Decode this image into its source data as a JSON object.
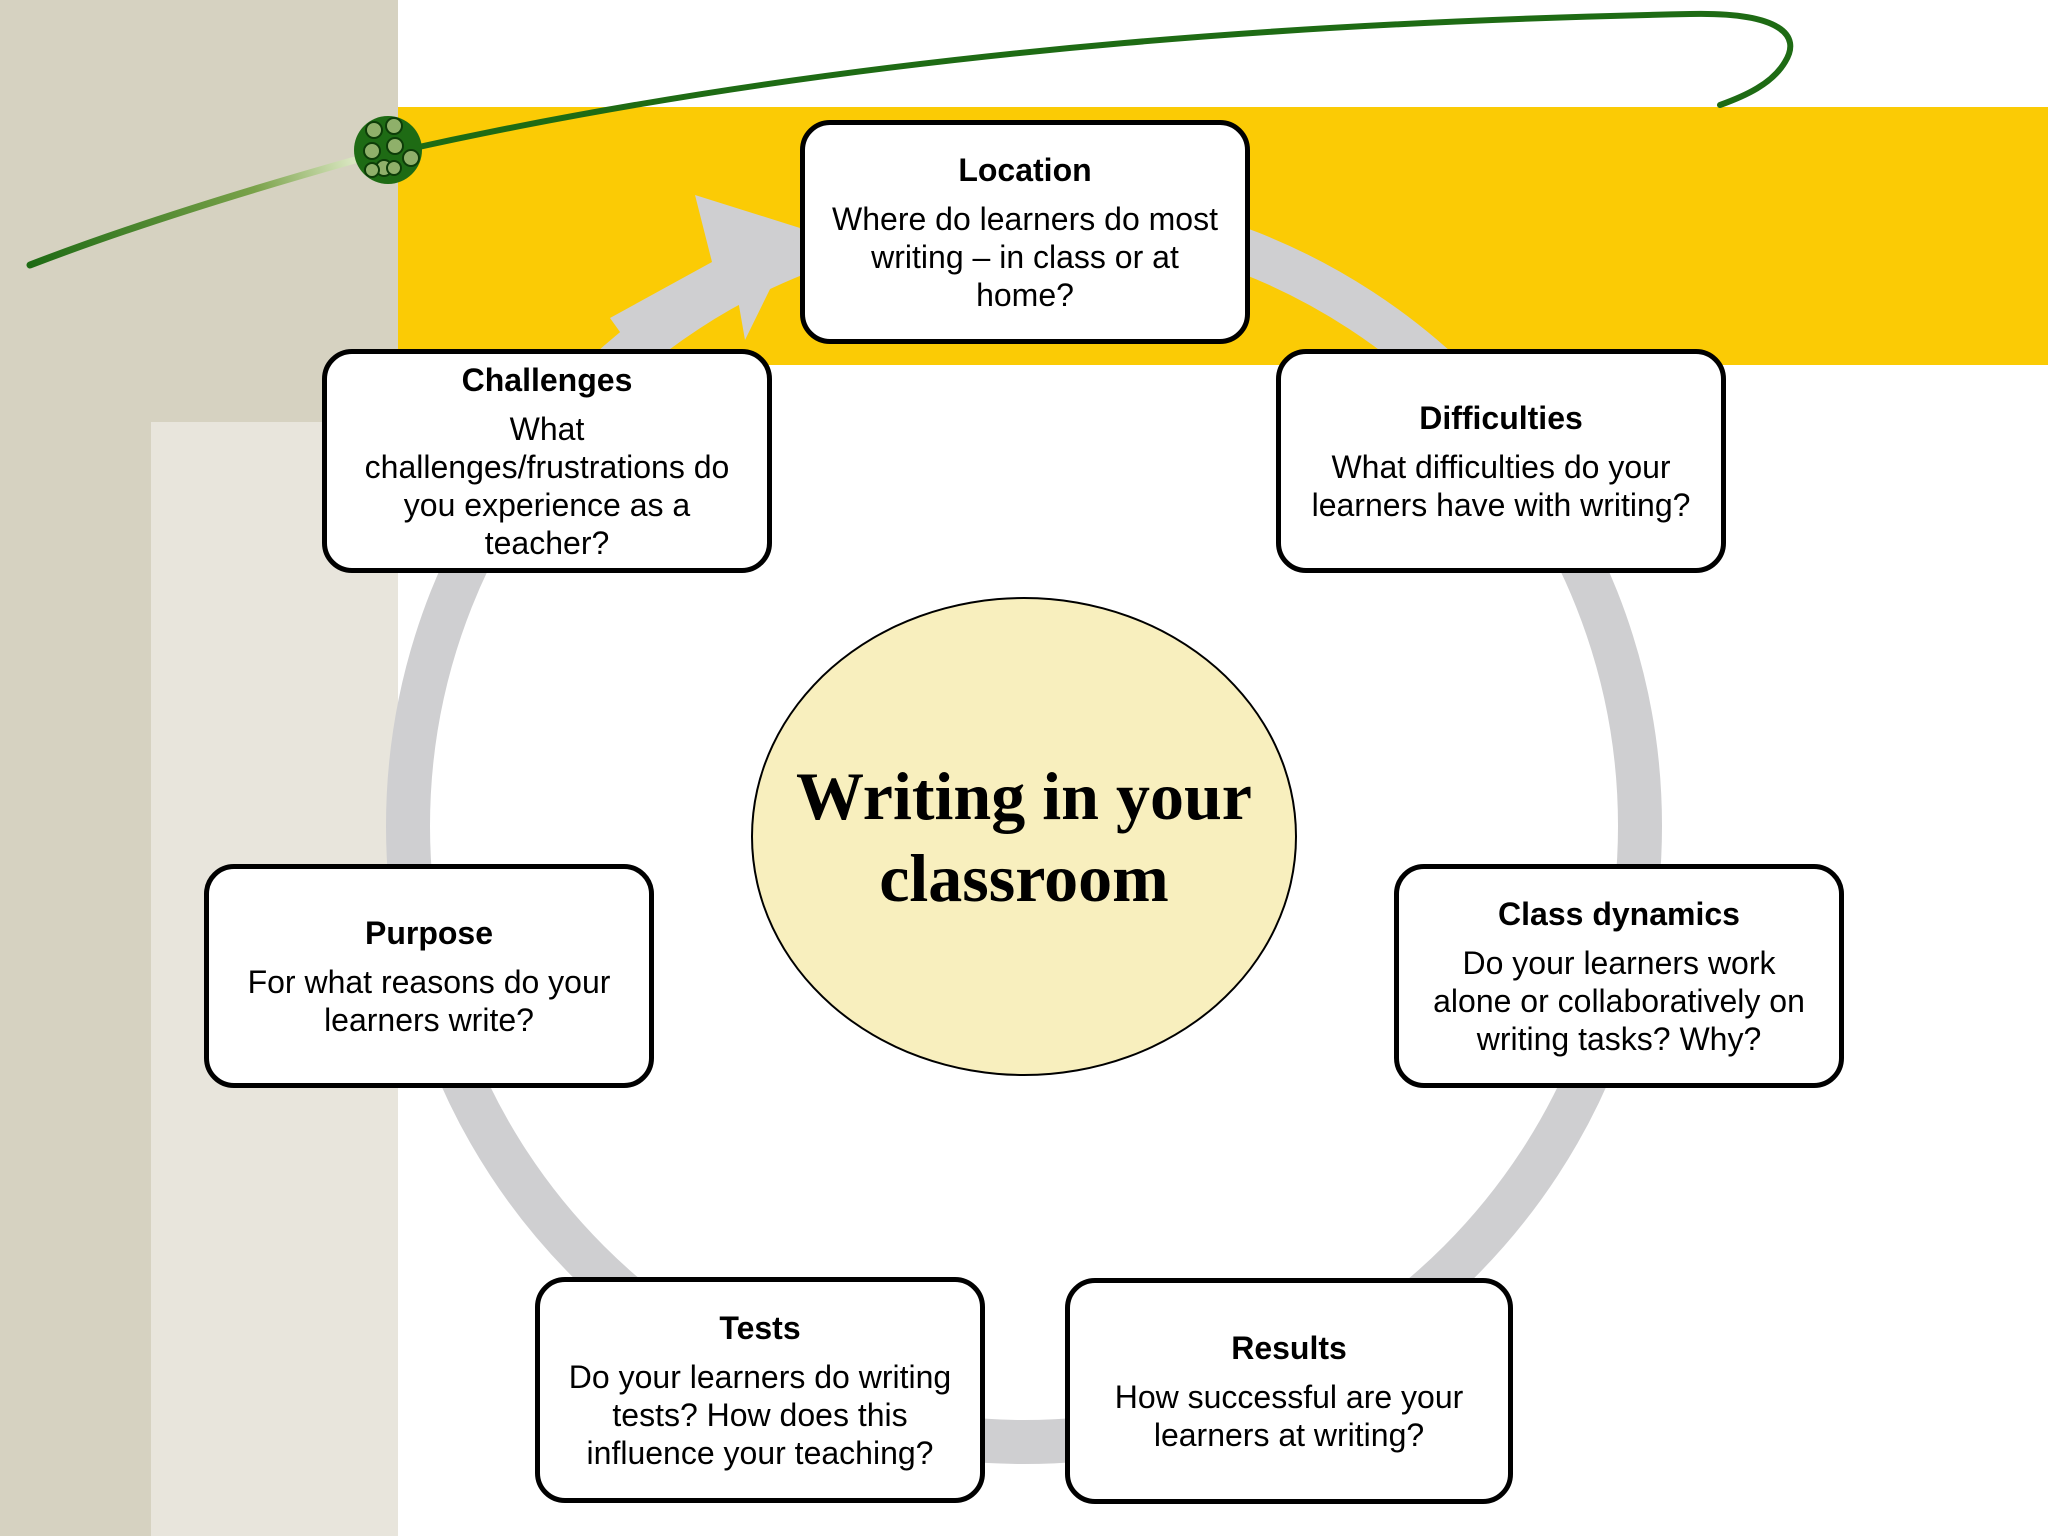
{
  "center": {
    "title": "Writing in your classroom"
  },
  "nodes": [
    {
      "id": "location",
      "title": "Location",
      "text": "Where do learners do most writing – in class or at home?"
    },
    {
      "id": "difficulties",
      "title": "Difficulties",
      "text": "What difficulties do your learners have with writing?"
    },
    {
      "id": "class-dynamics",
      "title": "Class dynamics",
      "text": "Do your learners work alone or collaboratively on writing tasks? Why?"
    },
    {
      "id": "results",
      "title": "Results",
      "text": "How successful are your learners at writing?"
    },
    {
      "id": "tests",
      "title": "Tests",
      "text": "Do your learners do writing tests? How does this influence your teaching?"
    },
    {
      "id": "purpose",
      "title": "Purpose",
      "text": "For what reasons do your learners write?"
    },
    {
      "id": "challenges",
      "title": "Challenges",
      "text": "What challenges/frustrations do you experience as a teacher?"
    }
  ],
  "colors": {
    "yellow_band": "#fbcb05",
    "left_panel": "#d6d2c1",
    "cycle_ring": "#cfcfd1",
    "center_fill": "#f8efbe",
    "green_swoosh": "#1e6b14"
  },
  "icons": [
    "cycle-arrow-icon",
    "bead-cluster-icon"
  ]
}
